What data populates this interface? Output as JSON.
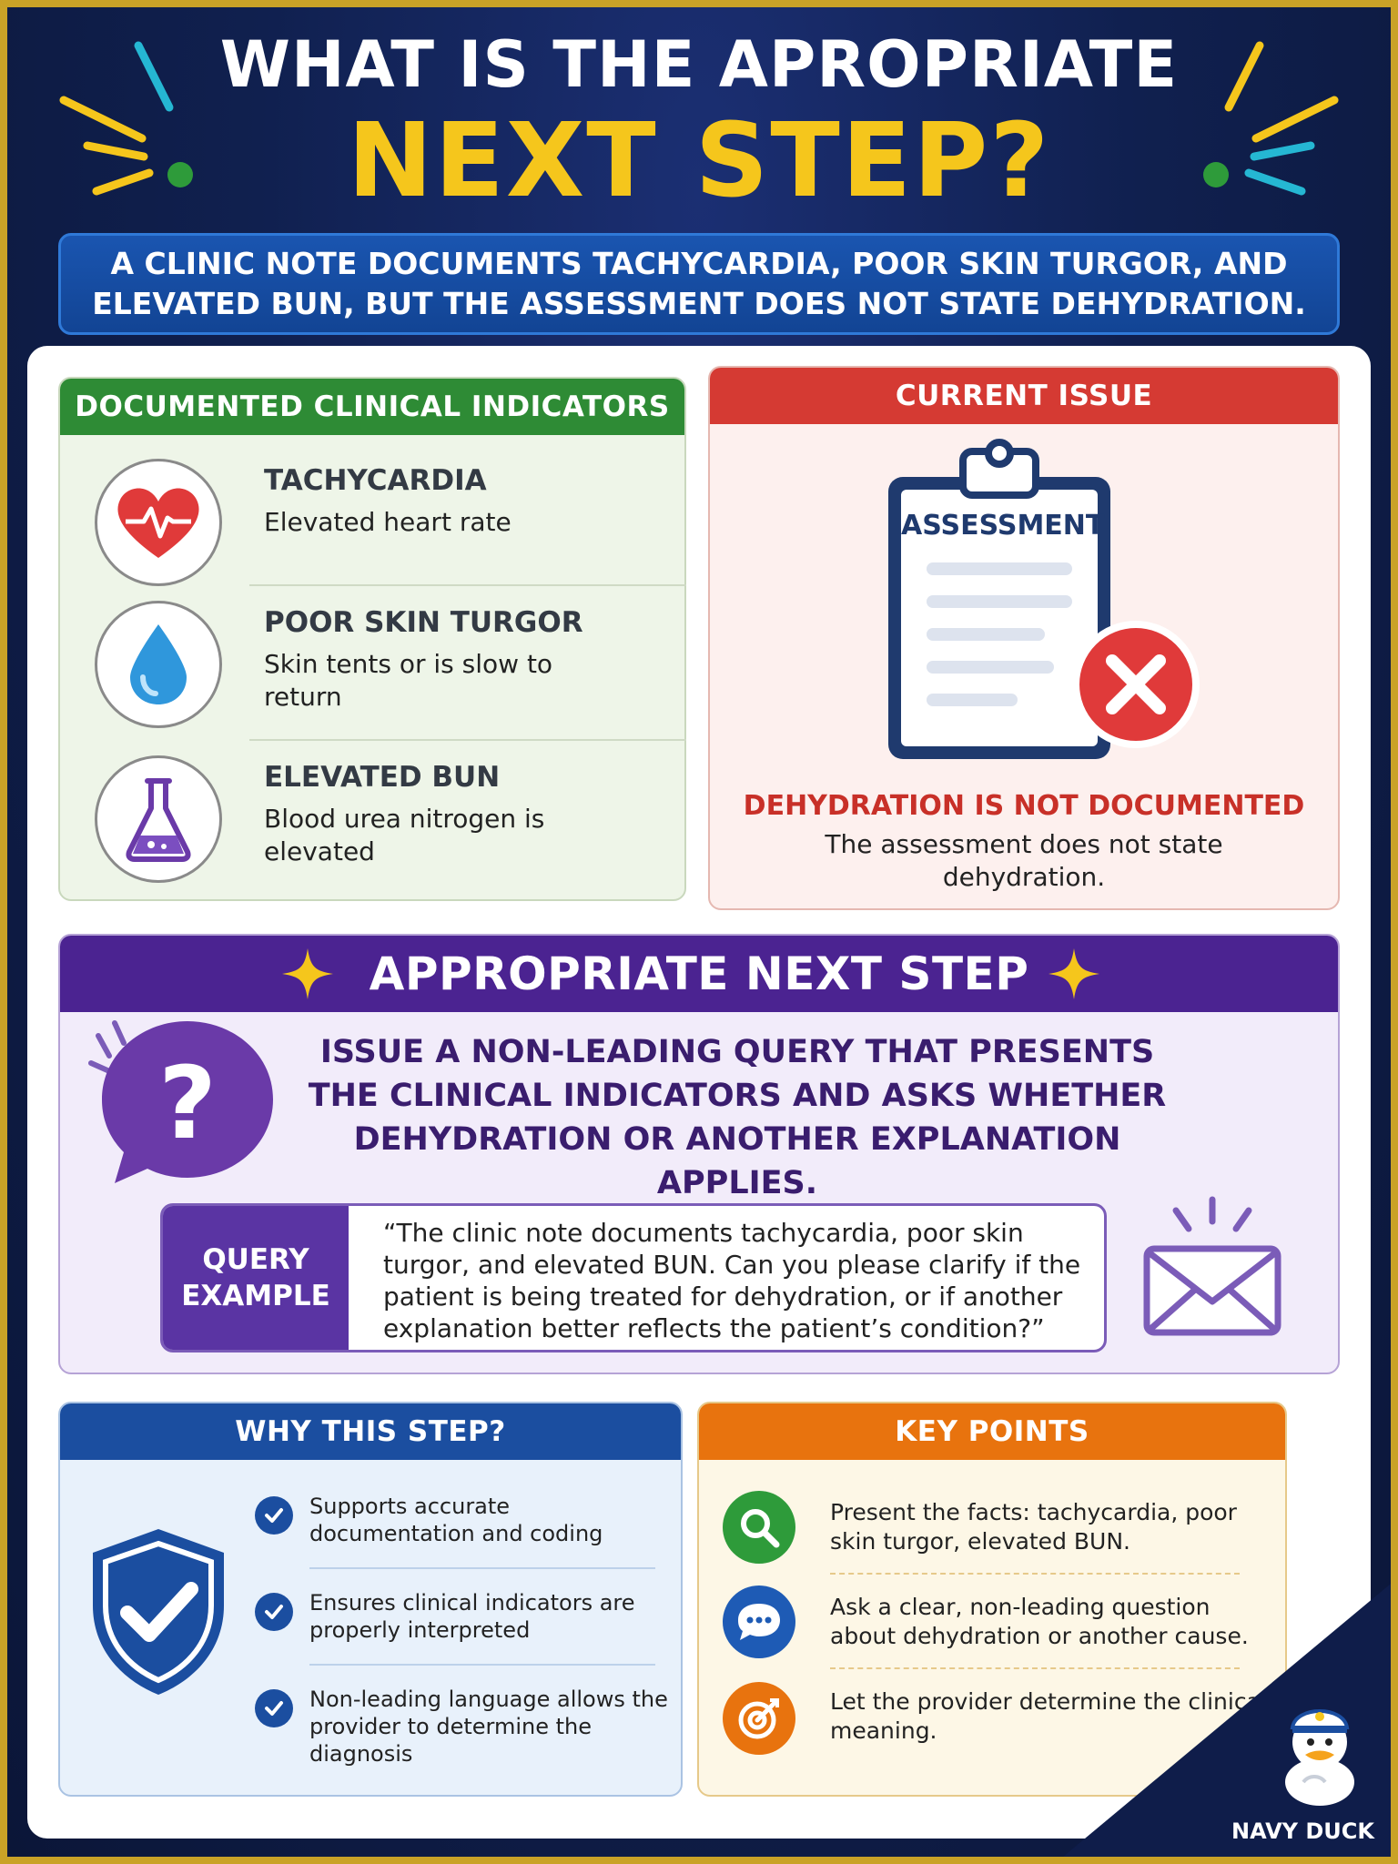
{
  "header": {
    "title_line1": "WHAT IS THE APROPRIATE",
    "title_line2": "NEXT STEP?",
    "scenario": "A CLINIC NOTE DOCUMENTS TACHYCARDIA, POOR SKIN TURGOR, AND ELEVATED BUN, BUT THE ASSESSMENT DOES NOT STATE DEHYDRATION."
  },
  "indicators": {
    "heading": "DOCUMENTED CLINICAL INDICATORS",
    "items": [
      {
        "title": "TACHYCARDIA",
        "desc": "Elevated heart rate",
        "icon": "heart-pulse-icon"
      },
      {
        "title": "POOR SKIN TURGOR",
        "desc": "Skin tents or is slow to return",
        "icon": "water-drop-icon"
      },
      {
        "title": "ELEVATED BUN",
        "desc": "Blood urea nitrogen is elevated",
        "icon": "flask-icon"
      }
    ]
  },
  "issue": {
    "heading": "CURRENT ISSUE",
    "clipboard_label": "ASSESSMENT",
    "status": "DEHYDRATION IS NOT DOCUMENTED",
    "desc": "The assessment does not state dehydration."
  },
  "next_step": {
    "heading": "APPROPRIATE NEXT STEP",
    "action": "ISSUE A NON-LEADING QUERY THAT PRESENTS THE CLINICAL INDICATORS AND ASKS WHETHER DEHYDRATION OR ANOTHER EXPLANATION APPLIES.",
    "query_label": "QUERY EXAMPLE",
    "query_text": "“The clinic note documents tachycardia, poor skin turgor, and elevated BUN. Can you please clarify if the patient is being treated for dehydration, or if another explanation better reflects the patient’s condition?”"
  },
  "why": {
    "heading": "WHY THIS STEP?",
    "items": [
      "Supports accurate documentation and coding",
      "Ensures clinical indicators are properly interpreted",
      "Non-leading language allows the provider to determine the diagnosis"
    ]
  },
  "key_points": {
    "heading": "KEY POINTS",
    "items": [
      {
        "text": "Present the facts: tachycardia, poor skin turgor, elevated BUN.",
        "icon": "search-icon",
        "color": "#2e9b3a"
      },
      {
        "text": "Ask a clear, non-leading question about dehydration or another cause.",
        "icon": "chat-bubble-icon",
        "color": "#1e5bb5"
      },
      {
        "text": "Let the provider determine the clinical meaning.",
        "icon": "target-icon",
        "color": "#e8730e"
      }
    ]
  },
  "brand": {
    "name": "NAVY DUCK"
  },
  "colors": {
    "navy_bg": "#10204f",
    "gold": "#f5c61c",
    "green": "#2e8b35",
    "red": "#d53a33",
    "purple": "#4b2391",
    "blue": "#1b4ea0",
    "orange": "#e8730e"
  }
}
